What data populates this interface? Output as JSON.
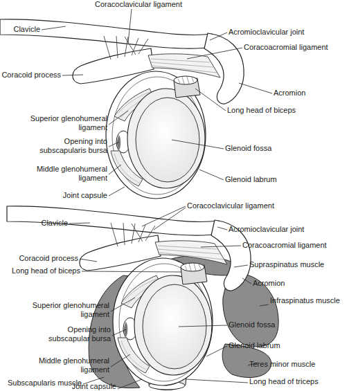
{
  "diagram": {
    "labels": [
      "Coracoclavicular ligament",
      "Clavicle",
      "Acromioclavicular joint",
      "Coracoacromial ligament",
      "Coracoid process",
      "Acromion",
      "Superior glenohumeral ligament",
      "Long head of biceps",
      "Opening into subscapularis bursa",
      "Glenoid fossa",
      "Glenoid labrum",
      "Middle glenohumeral ligament",
      "Joint capsule",
      "Coracoclavicular ligament",
      "Clavicle",
      "Acromioclavicular joint",
      "Coracoacromial ligament",
      "Coracoid process",
      "Supraspinatus muscle",
      "Long head of biceps",
      "Acromion",
      "Superior glenohumeral ligament",
      "Infraspinatus muscle",
      "Opening into subscapular bursa",
      "Glenoid fossa",
      "Glenoid labrum",
      "Middle glenohumeral ligament",
      "Teres minor muscle",
      "Subscapularis muscle",
      "Long head of triceps",
      "Joint capsule"
    ]
  }
}
